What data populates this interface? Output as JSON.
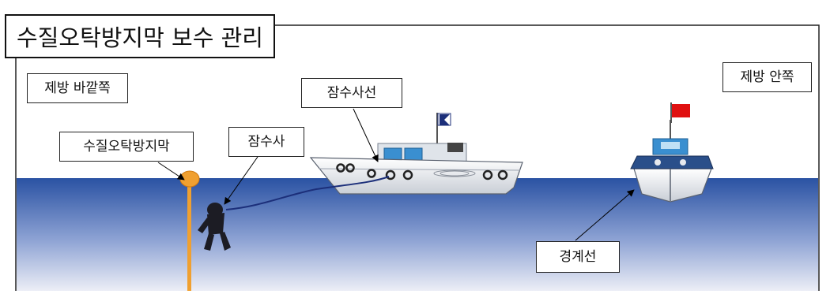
{
  "title": "수질오탁방지막 보수 관리",
  "labels": {
    "outside": "제방 바깥쪽",
    "inside": "제방 안쪽",
    "barrier": "수질오탁방지막",
    "diver": "잠수사",
    "dive_boat": "잠수사선",
    "guard_boat": "경계선"
  },
  "colors": {
    "sea_top": "#2f56a6",
    "sea_bottom": "#e8eaf4",
    "buoy": "#f0a030",
    "hull_white": "#f4f6f8",
    "cabin_blue": "#3a8fd0",
    "flag_red": "#e01010",
    "flag_navy": "#1c2f7a"
  },
  "icons": {
    "buoy": "buoy-icon",
    "diver": "diver-figure",
    "dive_boat": "dive-boat-illustration",
    "guard_boat": "guard-boat-illustration"
  }
}
